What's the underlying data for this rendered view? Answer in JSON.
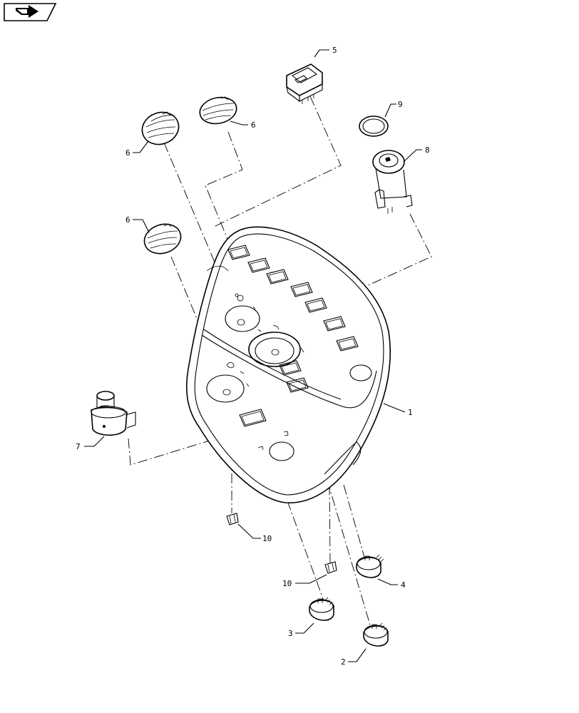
{
  "nav": {
    "icon": "forward-arrow-icon"
  },
  "callouts": {
    "c1": "1",
    "c2": "2",
    "c3": "3",
    "c4": "4",
    "c5": "5",
    "c6a": "6",
    "c6b": "6",
    "c6c": "6",
    "c7": "7",
    "c8": "8",
    "c9": "9",
    "c10a": "10",
    "c10b": "10"
  }
}
